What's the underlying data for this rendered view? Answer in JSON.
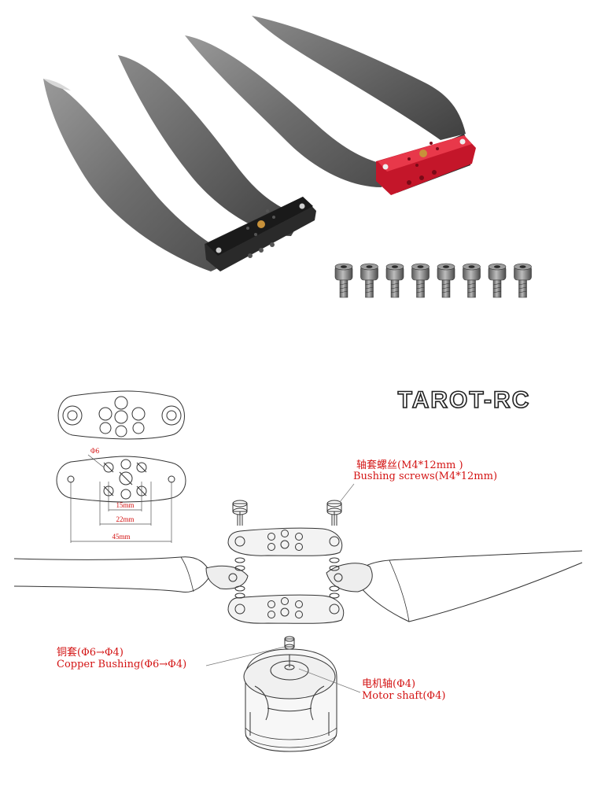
{
  "brand": {
    "logo_text": "TAROT-RC",
    "accent_color": "#d31313"
  },
  "top_drawing": {
    "hole_label": "Φ6",
    "dims": [
      "15mm",
      "22mm",
      "45mm"
    ]
  },
  "callouts": {
    "bushing_screws_cn": "轴套螺丝(M4*12mm )",
    "bushing_screws_en": "Bushing screws(M4*12mm)",
    "copper_bushing_cn": "铜套(Φ6→Φ4)",
    "copper_bushing_en": "Copper Bushing(Φ6→Φ4)",
    "motor_shaft_cn": "电机轴(Φ4)",
    "motor_shaft_en": "Motor shaft(Φ4)"
  },
  "icons": {
    "propeller": "folding-propeller-icon",
    "screw": "hex-socket-screw-icon",
    "motor": "brushless-motor-icon"
  }
}
